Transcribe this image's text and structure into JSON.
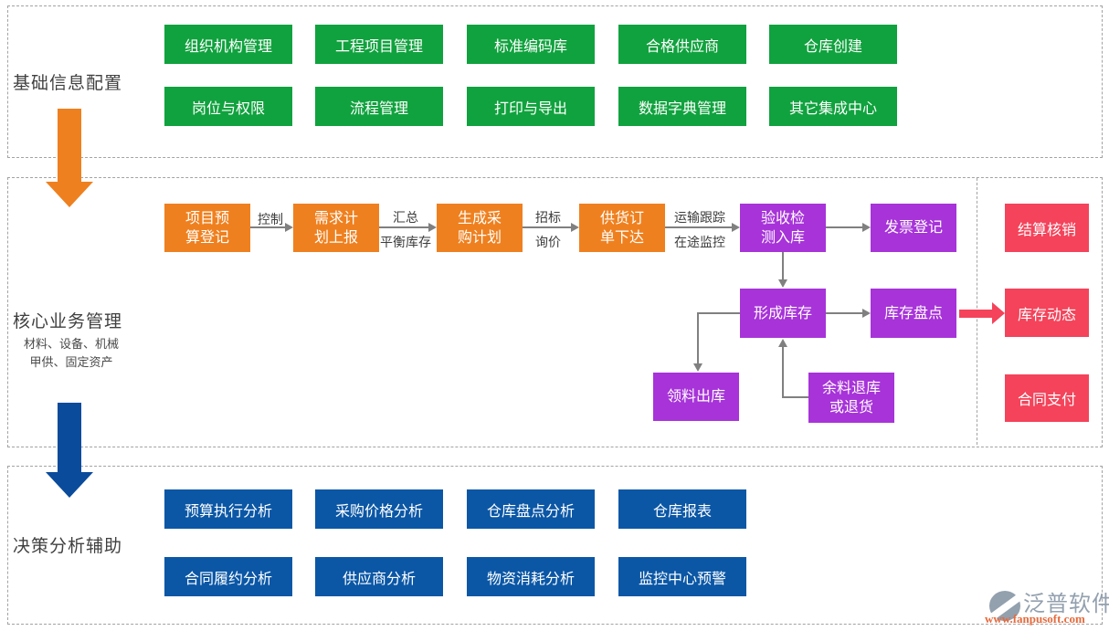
{
  "sections": {
    "basic": {
      "label": "基础信息配置",
      "buttons": [
        "组织机构管理",
        "工程项目管理",
        "标准编码库",
        "合格供应商",
        "仓库创建",
        "岗位与权限",
        "流程管理",
        "打印与导出",
        "数据字典管理",
        "其它集成中心"
      ]
    },
    "core": {
      "label": "核心业务管理",
      "subtitle_line1": "材料、设备、机械",
      "subtitle_line2": "甲供、固定资产",
      "flow": {
        "budget": {
          "line1": "项目预",
          "line2": "算登记"
        },
        "demand": {
          "line1": "需求计",
          "line2": "划上报"
        },
        "purchase_plan": {
          "line1": "生成采",
          "line2": "购计划"
        },
        "supply_order": {
          "line1": "供货订",
          "line2": "单下达"
        },
        "inspection": {
          "line1": "验收检",
          "line2": "测入库"
        },
        "invoice": {
          "line1": "发票登记"
        },
        "stock_form": {
          "line1": "形成库存"
        },
        "stock_count": {
          "line1": "库存盘点"
        },
        "material_issue": {
          "line1": "领料出库"
        },
        "surplus_return": {
          "line1": "余料退库",
          "line2": "或退货"
        }
      },
      "edge_labels": {
        "control": "控制",
        "summary": "汇总",
        "balance": "平衡库存",
        "bidding": "招标",
        "inquiry": "询价",
        "transport": "运输跟踪",
        "transit": "在途监控"
      },
      "side_modules": [
        "结算核销",
        "库存动态",
        "合同支付"
      ]
    },
    "decision": {
      "label": "决策分析辅助",
      "buttons": [
        "预算执行分析",
        "采购价格分析",
        "仓库盘点分析",
        "仓库报表",
        "合同履约分析",
        "供应商分析",
        "物资消耗分析",
        "监控中心预警"
      ]
    }
  },
  "logo": {
    "name": "泛普软件",
    "url": "www.fanpusoft.com"
  },
  "colors": {
    "green": "#10a23e",
    "orange": "#ef801f",
    "purple": "#a733d9",
    "red": "#f4435a",
    "blue": "#0b57a6",
    "blue-arrow": "#0a4b9b",
    "line": "#808080",
    "dash": "#a3a3a3",
    "label": "#404040",
    "logo-gray": "#93a0ae",
    "logo-url": "#e76a3c"
  }
}
